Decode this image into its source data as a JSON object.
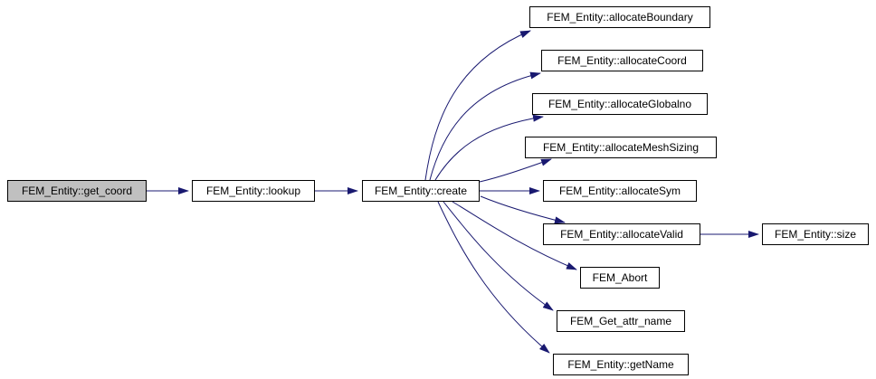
{
  "diagram": {
    "kind": "call-graph",
    "nodes": {
      "get_coord": {
        "label": "FEM_Entity::get_coord",
        "highlighted": true
      },
      "lookup": {
        "label": "FEM_Entity::lookup"
      },
      "create": {
        "label": "FEM_Entity::create"
      },
      "allocateBoundary": {
        "label": "FEM_Entity::allocateBoundary"
      },
      "allocateCoord": {
        "label": "FEM_Entity::allocateCoord"
      },
      "allocateGlobalno": {
        "label": "FEM_Entity::allocateGlobalno"
      },
      "allocateMeshSizing": {
        "label": "FEM_Entity::allocateMeshSizing"
      },
      "allocateSym": {
        "label": "FEM_Entity::allocateSym"
      },
      "allocateValid": {
        "label": "FEM_Entity::allocateValid"
      },
      "size": {
        "label": "FEM_Entity::size"
      },
      "abort": {
        "label": "FEM_Abort"
      },
      "get_attr_name": {
        "label": "FEM_Get_attr_name"
      },
      "getName": {
        "label": "FEM_Entity::getName"
      }
    },
    "edges": [
      {
        "from": "get_coord",
        "to": "lookup"
      },
      {
        "from": "lookup",
        "to": "create"
      },
      {
        "from": "create",
        "to": "allocateBoundary"
      },
      {
        "from": "create",
        "to": "allocateCoord"
      },
      {
        "from": "create",
        "to": "allocateGlobalno"
      },
      {
        "from": "create",
        "to": "allocateMeshSizing"
      },
      {
        "from": "create",
        "to": "allocateSym"
      },
      {
        "from": "create",
        "to": "allocateValid"
      },
      {
        "from": "create",
        "to": "abort"
      },
      {
        "from": "create",
        "to": "get_attr_name"
      },
      {
        "from": "create",
        "to": "getName"
      },
      {
        "from": "allocateValid",
        "to": "size"
      }
    ],
    "colors": {
      "edge": "#191970",
      "node_border": "#000000",
      "node_fill": "#ffffff",
      "highlight_fill": "#c0c0c0",
      "text": "#000000",
      "background": "#ffffff"
    }
  }
}
